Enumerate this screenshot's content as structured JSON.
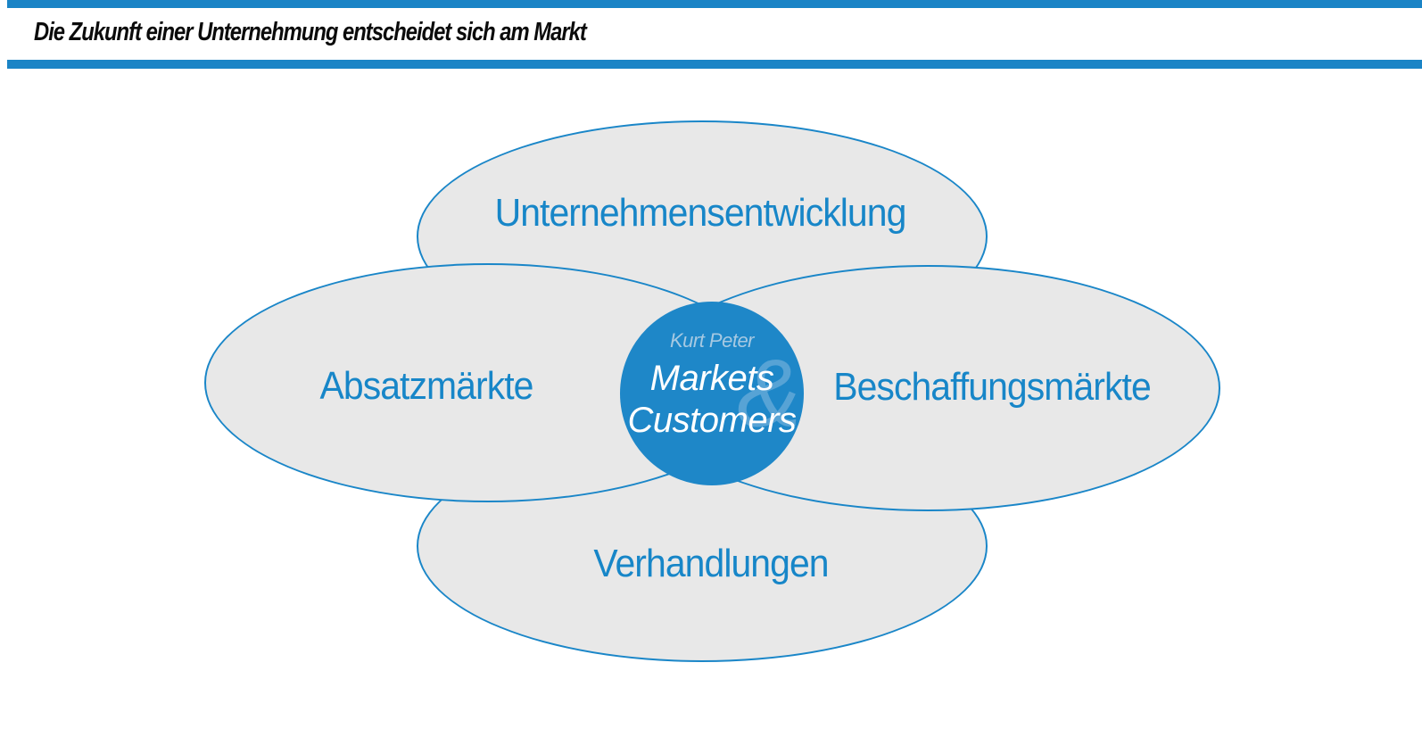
{
  "header": {
    "title": "Die Zukunft einer Unternehmung entscheidet sich am Markt"
  },
  "diagram": {
    "petals": [
      {
        "position": "top",
        "label": "Unternehmensentwicklung"
      },
      {
        "position": "left",
        "label": "Absatzmärkte"
      },
      {
        "position": "right",
        "label": "Beschaffungsmärkte"
      },
      {
        "position": "bottom",
        "label": "Verhandlungen"
      }
    ],
    "center": {
      "author": "Kurt Peter",
      "line1": "Markets",
      "ampersand": "&",
      "line2": "Customers"
    }
  },
  "colors": {
    "accent_blue": "#1a84c6",
    "outline_blue": "#1a86c8",
    "label_blue": "#1786c8",
    "circle_blue": "#1e87c8",
    "petal_fill": "#e8e8e8",
    "author_text": "#a6c9e2",
    "ampersand_blue": "#57a3d5",
    "title_text": "#0b0b0b"
  }
}
